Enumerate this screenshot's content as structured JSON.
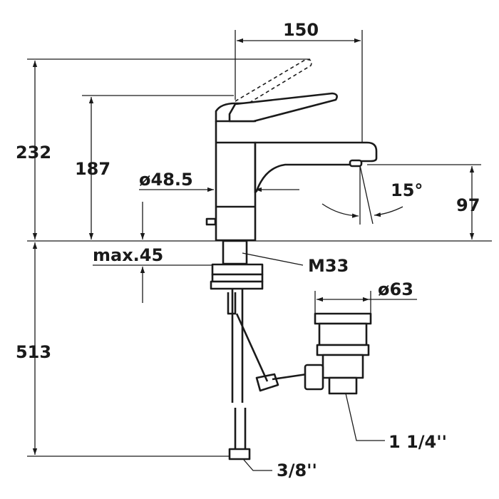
{
  "dimensions": {
    "total_height": "232",
    "spout_height": "187",
    "width": "150",
    "body_diameter": "ø48.5",
    "spout_angle": "15°",
    "outlet_height": "97",
    "max_thickness": "max.45",
    "thread": "M33",
    "waste_diameter": "ø63",
    "below_height": "513",
    "waste_thread": "1 1/4''",
    "hose_thread": "3/8''"
  },
  "colors": {
    "line": "#1a1a1a",
    "background": "#ffffff"
  }
}
